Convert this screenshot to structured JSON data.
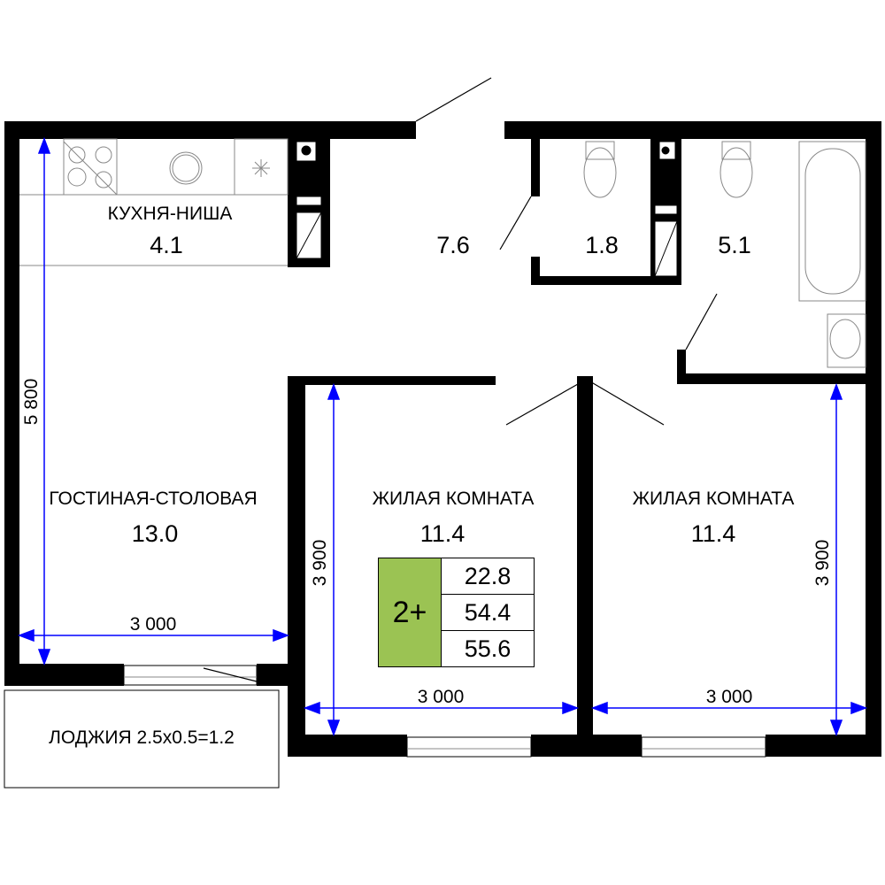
{
  "rooms": {
    "kitchen": {
      "label": "КУХНЯ-НИША",
      "area": "4.1"
    },
    "hall": {
      "area": "7.6"
    },
    "wc": {
      "area": "1.8"
    },
    "bath": {
      "area": "5.1"
    },
    "living": {
      "label": "ГОСТИНАЯ-СТОЛОВАЯ",
      "area": "13.0"
    },
    "bedroom1": {
      "label": "ЖИЛАЯ КОМНАТА",
      "area": "11.4"
    },
    "bedroom2": {
      "label": "ЖИЛАЯ КОМНАТА",
      "area": "11.4"
    },
    "loggia": {
      "label": "ЛОДЖИЯ 2.5x0.5=1.2"
    }
  },
  "dimensions": {
    "living_height": "5 800",
    "living_width": "3 000",
    "bedroom1_height": "3 900",
    "bedroom1_width": "3 000",
    "bedroom2_height": "3 900",
    "bedroom2_width": "3 000"
  },
  "legend": {
    "type": "2+",
    "living_area": "22.8",
    "total_area": "54.4",
    "total_with_loggia": "55.6"
  },
  "colors": {
    "accent": "#9BC353",
    "dimension": "#0000FF"
  }
}
